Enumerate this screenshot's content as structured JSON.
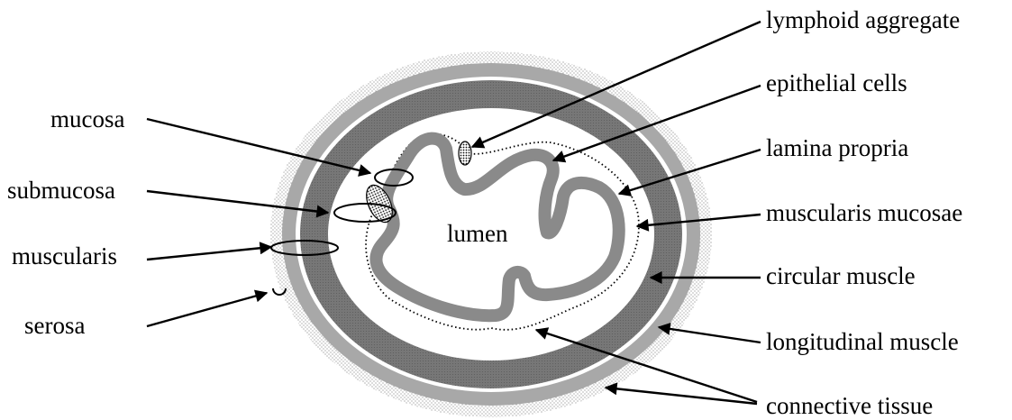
{
  "diagram": {
    "center_label": "lumen",
    "labels_left": {
      "mucosa": "mucosa",
      "submucosa": "submucosa",
      "muscularis": "muscularis",
      "serosa": "serosa"
    },
    "labels_right": {
      "lymphoid_aggregate": "lymphoid aggregate",
      "epithelial_cells": "epithelial cells",
      "lamina_propria": "lamina propria",
      "muscularis_mucosae": "muscularis mucosae",
      "circular_muscle": "circular muscle",
      "longitudinal_muscle": "longitudinal muscle",
      "connective_tissue": "connective tissue"
    }
  }
}
